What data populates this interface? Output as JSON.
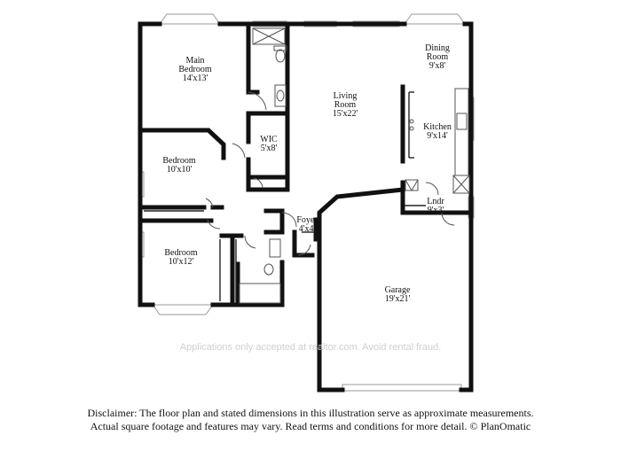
{
  "rooms": {
    "main_bedroom": {
      "name": [
        "Main",
        "Bedroom"
      ],
      "dim": "14'x13'"
    },
    "dining_room": {
      "name": [
        "Dining",
        "Room"
      ],
      "dim": "9'x8'"
    },
    "living_room": {
      "name": [
        "Living",
        "Room"
      ],
      "dim": "15'x22'"
    },
    "kitchen": {
      "name": [
        "Kitchen"
      ],
      "dim": "9'x14'"
    },
    "wic": {
      "name": [
        "WIC"
      ],
      "dim": "5'x8'"
    },
    "bedroom_1": {
      "name": [
        "Bedroom"
      ],
      "dim": "10'x10'"
    },
    "lndr": {
      "name": [
        "Lndr"
      ],
      "dim": "9'x3'"
    },
    "foyer": {
      "name": [
        "Foyer"
      ],
      "dim": "4'x4'"
    },
    "bedroom_2": {
      "name": [
        "Bedroom"
      ],
      "dim": "10'x12'"
    },
    "garage": {
      "name": [
        "Garage"
      ],
      "dim": "19'x21'"
    }
  },
  "watermark": "Applications only accepted at realtor.com. Avoid rental fraud.",
  "disclaimer": {
    "line1": "Disclaimer: The floor plan and stated dimensions in this illustration serve as approximate measurements.",
    "line2": "Actual square footage and features may vary. Read terms and conditions for more detail. © PlanOmatic"
  }
}
